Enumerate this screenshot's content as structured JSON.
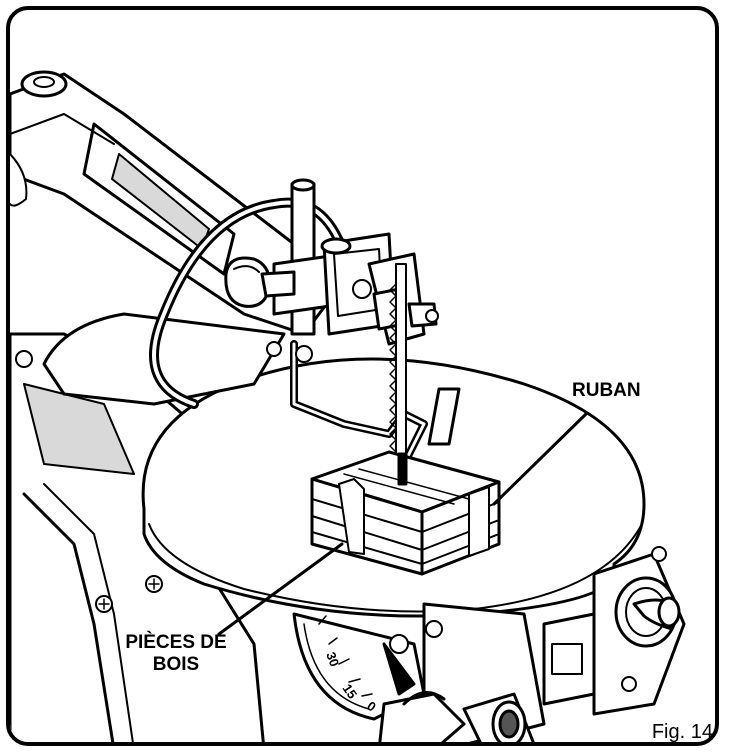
{
  "labels": {
    "ruban": "RUBAN",
    "pieces_line1": "PIÈCES DE",
    "pieces_line2": "BOIS"
  },
  "figure": {
    "caption": "Fig. 14"
  },
  "scale": {
    "ticks": [
      "30",
      "15",
      "0"
    ]
  },
  "colors": {
    "ink": "#000000",
    "paper": "#ffffff",
    "shade": "#d9d9d9",
    "dark": "#555555"
  }
}
